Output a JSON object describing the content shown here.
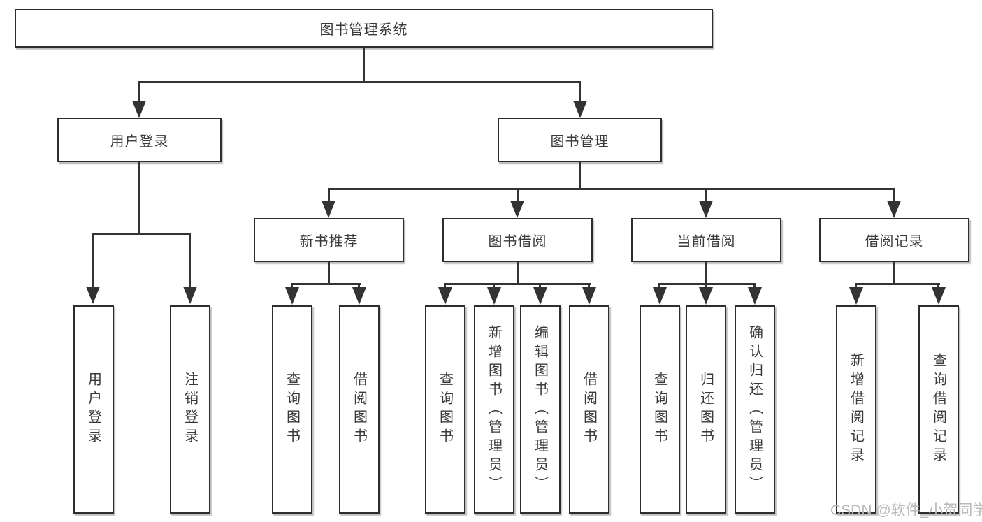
{
  "tree": {
    "label": "图书管理系统",
    "children": [
      {
        "label": "用户登录",
        "children": [
          {
            "label": "用户登录"
          },
          {
            "label": "注销登录"
          }
        ]
      },
      {
        "label": "图书管理",
        "children": [
          {
            "label": "新书推荐",
            "children": [
              {
                "label": "查询图书"
              },
              {
                "label": "借阅图书"
              }
            ]
          },
          {
            "label": "图书借阅",
            "children": [
              {
                "label": "查询图书"
              },
              {
                "label": "新增图书（管理员）"
              },
              {
                "label": "编辑图书（管理员）"
              },
              {
                "label": "借阅图书"
              }
            ]
          },
          {
            "label": "当前借阅",
            "children": [
              {
                "label": "查询图书"
              },
              {
                "label": "归还图书"
              },
              {
                "label": "确认归还（管理员）"
              }
            ]
          },
          {
            "label": "借阅记录",
            "children": [
              {
                "label": "新增借阅记录"
              },
              {
                "label": "查询借阅记录"
              }
            ]
          }
        ]
      }
    ]
  },
  "watermark": {
    "text": "CSDN @软件_小贺同学"
  },
  "colors": {
    "line": "#333333",
    "border": "#2d2d2d",
    "text": "#3a3a3a",
    "watermark": "#b9b9b9",
    "background": "#ffffff"
  }
}
